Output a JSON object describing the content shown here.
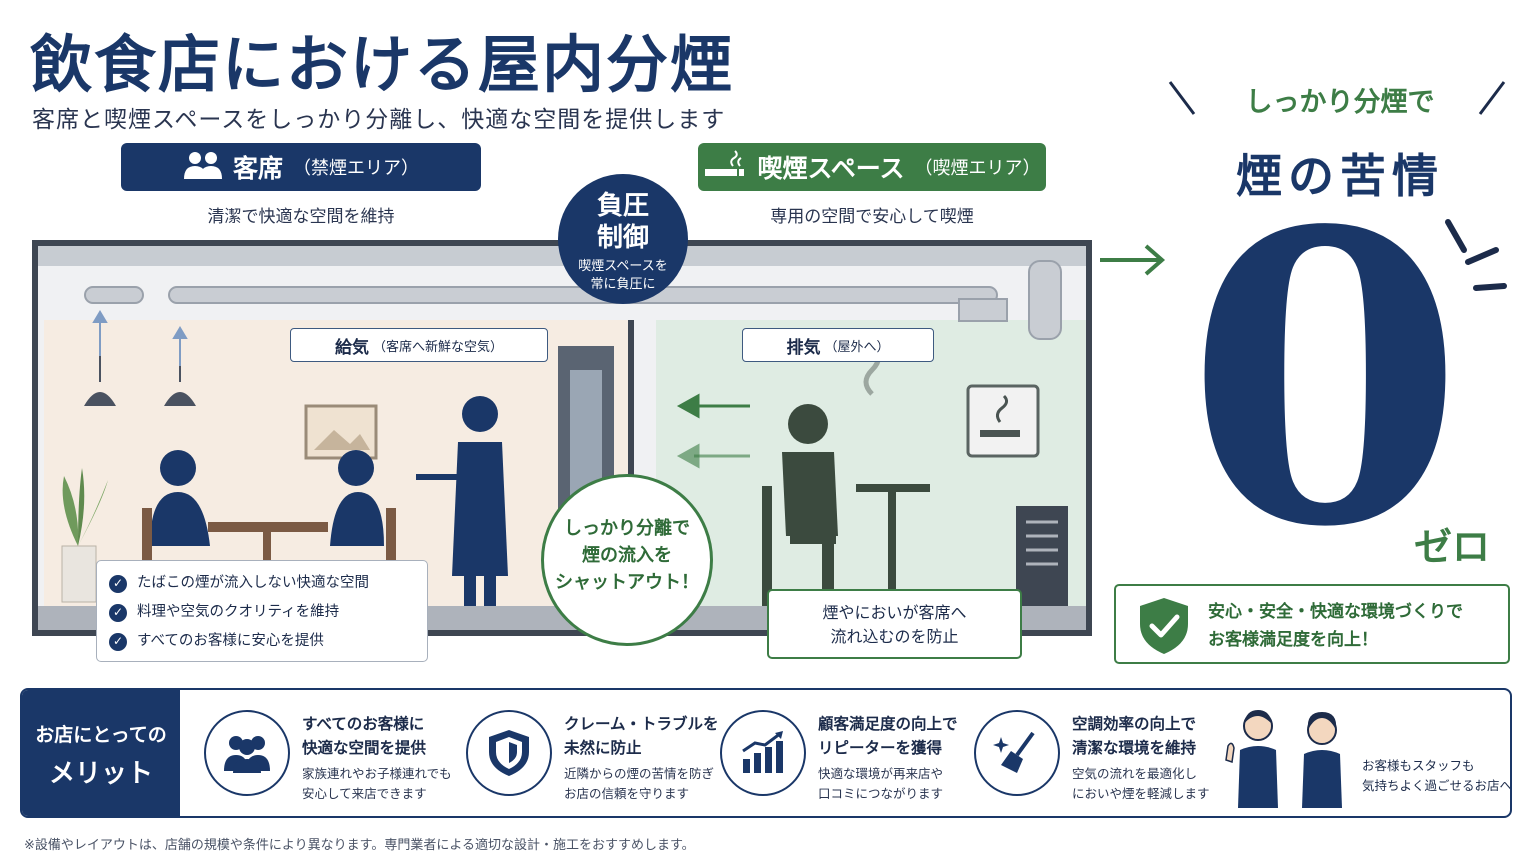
{
  "header": {
    "title": "飲食店における屋内分煙",
    "subtitle": "客席と喫煙スペースをしっかり分離し、快適な空間を提供します"
  },
  "zones": {
    "seat": {
      "title": "客席",
      "note": "（禁煙エリア）",
      "caption": "清潔で快適な空間を維持",
      "color": "#1a3768"
    },
    "smoke": {
      "title": "喫煙スペース",
      "note": "（喫煙エリア）",
      "caption": "専用の空間で安心して喫煙",
      "color": "#3d7d46"
    }
  },
  "negative_pressure": {
    "title_1": "負圧",
    "title_2": "制御",
    "desc_1": "喫煙スペースを",
    "desc_2": "常に負圧に"
  },
  "air": {
    "supply": {
      "label": "給気",
      "note": "（客席へ新鮮な空気）"
    },
    "exhaust": {
      "label": "排気",
      "note": "（屋外へ）"
    }
  },
  "checks": [
    "たばこの煙が流入しない快適な空間",
    "料理や空気のクオリティを維持",
    "すべてのお客様に安心を提供"
  ],
  "shutout": {
    "l1": "しっかり分離で",
    "l2": "煙の流入を",
    "l3": "シャットアウト！"
  },
  "prevent": {
    "l1": "煙やにおいが客席へ",
    "l2": "流れ込むのを防止"
  },
  "result": {
    "head": "しっかり分煙で",
    "big": "煙の苦情",
    "zero": "0",
    "zero_label": "ゼロ",
    "assurance_1": "安心・安全・快適な環境づくりで",
    "assurance_2": "お客様満足度を向上！"
  },
  "merits": {
    "head_1": "お店にとっての",
    "head_2": "メリット",
    "items": [
      {
        "t1": "すべてのお客様に",
        "t2": "快適な空間を提供",
        "d1": "家族連れやお子様連れでも",
        "d2": "安心して来店できます",
        "icon": "people-icon"
      },
      {
        "t1": "クレーム・トラブルを",
        "t2": "未然に防止",
        "d1": "近隣からの煙の苦情を防ぎ",
        "d2": "お店の信頼を守ります",
        "icon": "shield-icon"
      },
      {
        "t1": "顧客満足度の向上で",
        "t2": "リピーターを獲得",
        "d1": "快適な環境が再来店や",
        "d2": "口コミにつながります",
        "icon": "chart-up-icon"
      },
      {
        "t1": "空調効率の向上で",
        "t2": "清潔な環境を維持",
        "d1": "空気の流れを最適化し",
        "d2": "においや煙を軽減します",
        "icon": "broom-icon"
      }
    ],
    "staff_1": "お客様もスタッフも",
    "staff_2": "気持ちよく過ごせるお店へ"
  },
  "footnote": "※設備やレイアウトは、店舗の規模や条件により異なります。専門業者による適切な設計・施工をおすすめします。"
}
